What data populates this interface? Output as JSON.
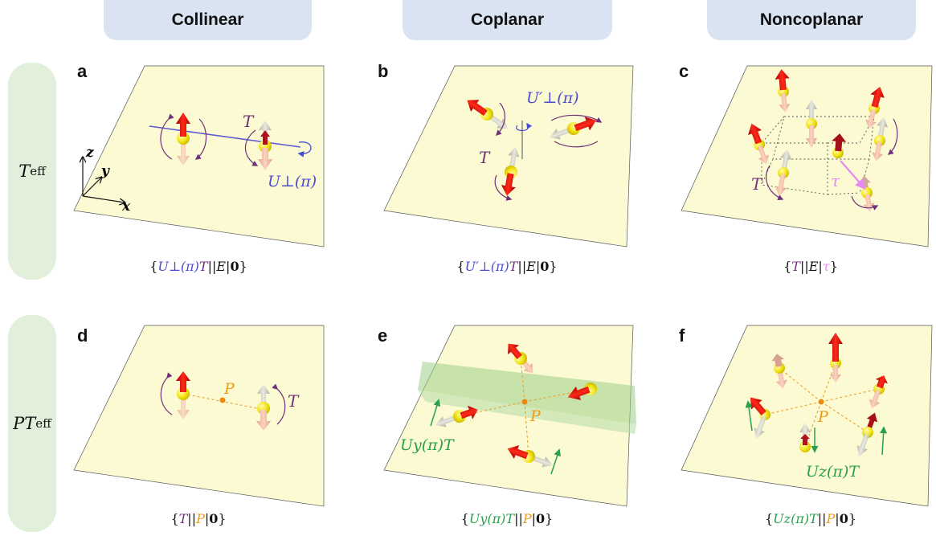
{
  "columns": [
    "Collinear",
    "Coplanar",
    "Noncoplanar"
  ],
  "rows": [
    {
      "main": "T",
      "sub": "eff"
    },
    {
      "main": "PT",
      "sub": "eff"
    }
  ],
  "panels": [
    "a",
    "b",
    "c",
    "d",
    "e",
    "f"
  ],
  "axes": {
    "x": "x",
    "y": "y",
    "z": "z"
  },
  "labels": {
    "T": "T",
    "U_perp_pi": "U⊥(π)",
    "U_perp_prime_pi": "U′⊥(π)",
    "tau": "τ",
    "P": "P",
    "Uy_pi_T": "Uy(π)T",
    "Uz_pi_T": "Uz(π)T"
  },
  "captions": {
    "a": {
      "open": "{",
      "op": "U⊥(π)",
      "T": "T",
      "rest": "||E|",
      "bold": "0",
      "close": "}"
    },
    "b": {
      "open": "{",
      "op": "U′⊥(π)",
      "T": "T",
      "rest": "||E|",
      "bold": "0",
      "close": "}"
    },
    "c": {
      "open": "{",
      "T": "T",
      "rest": "||E|",
      "tau": "τ",
      "close": "}"
    },
    "d": {
      "open": "{",
      "T": "T",
      "sep": "||",
      "P": "P",
      "bar": "|",
      "bold": "0",
      "close": "}"
    },
    "e": {
      "open": "{",
      "op": "Uy(π)T",
      "sep": "||",
      "P": "P",
      "bar": "|",
      "bold": "0",
      "close": "}"
    },
    "f": {
      "open": "{",
      "op": "Uz(π)T",
      "sep": "||",
      "P": "P",
      "bar": "|",
      "bold": "0",
      "close": "}"
    }
  },
  "colors": {
    "plane": "#fbfad2",
    "header_blue": "#d9e3f2",
    "header_green": "#e2efda",
    "spin_red": "#e01010",
    "spin_faded": "#f2b8a0",
    "atom_yellow": "#f2e414",
    "blue": "#4b4bd0",
    "purple": "#70307a",
    "orange": "#ee9a1a",
    "green": "#2aa04e",
    "pink": "#e58af0"
  }
}
